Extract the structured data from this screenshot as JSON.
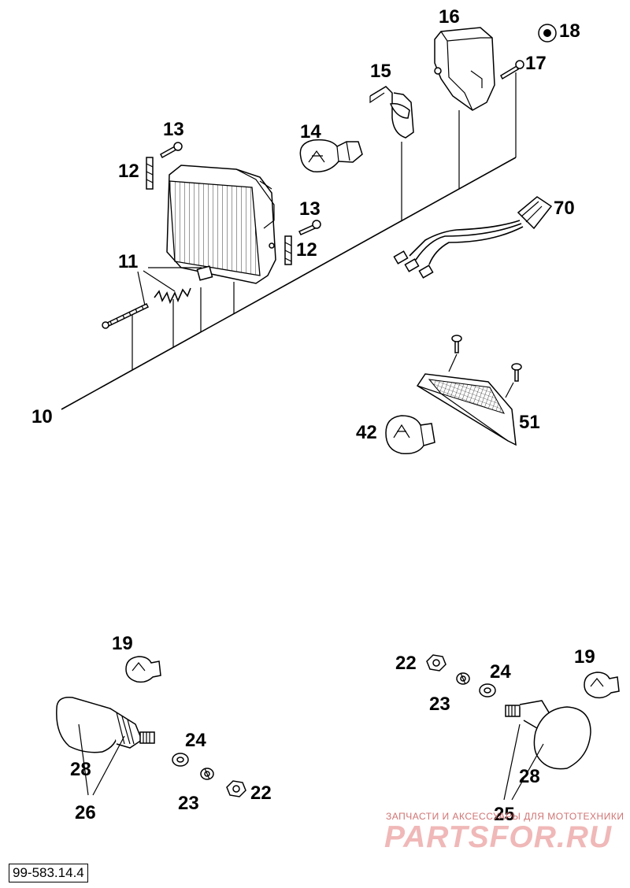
{
  "labels": {
    "l10": "10",
    "l11": "11",
    "l12a": "12",
    "l12b": "12",
    "l13a": "13",
    "l13b": "13",
    "l14": "14",
    "l15": "15",
    "l16": "16",
    "l17": "17",
    "l18": "18",
    "l70": "70",
    "l42": "42",
    "l51": "51",
    "l19a": "19",
    "l19b": "19",
    "l22a": "22",
    "l22b": "22",
    "l23a": "23",
    "l23b": "23",
    "l24a": "24",
    "l24b": "24",
    "l28a": "28",
    "l28b": "28",
    "l26": "26",
    "l25": "25"
  },
  "reference_code": "99-583.14.4",
  "watermark": {
    "tagline": "ЗАПЧАСТИ И АКСЕССУАРЫ ДЛЯ МОТОТЕХНИКИ",
    "brand": "PARTSFOR.RU",
    "color": "#e08a8a"
  }
}
